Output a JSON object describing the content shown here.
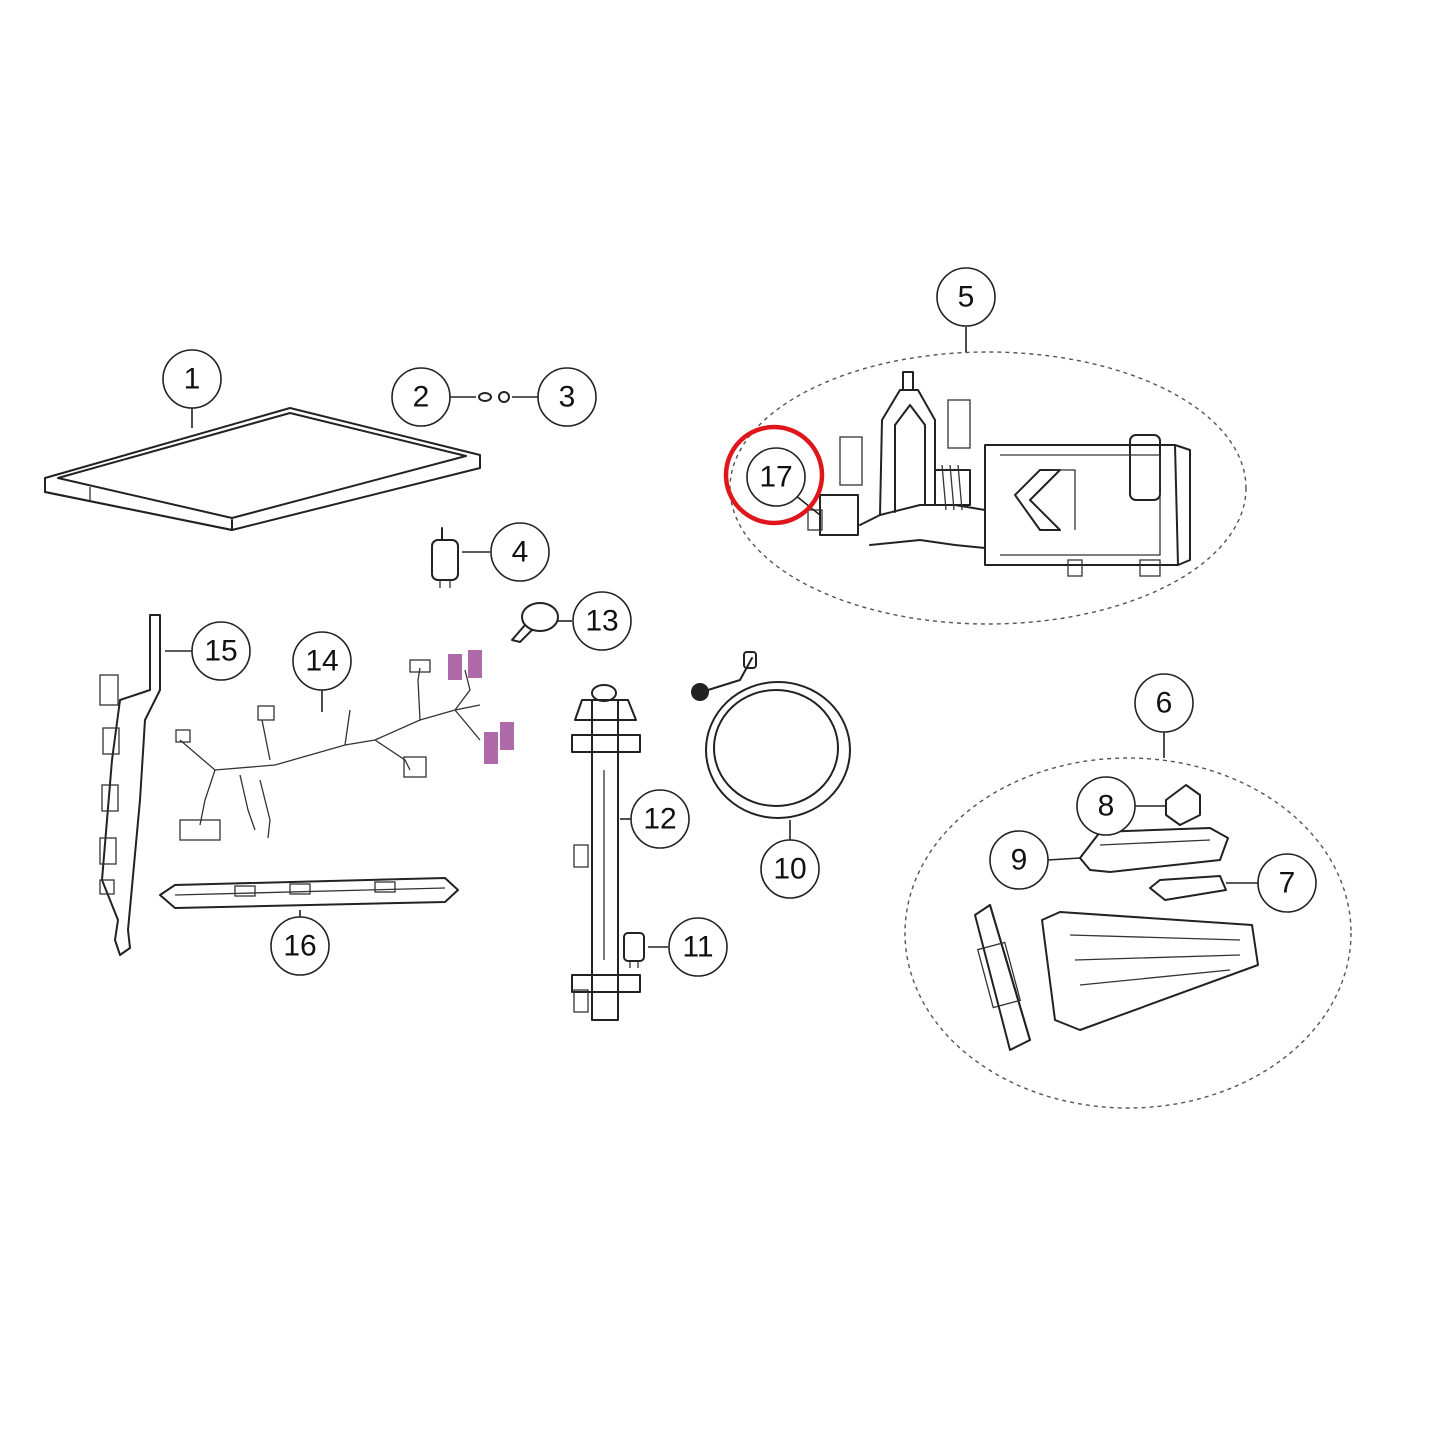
{
  "callouts": {
    "c1": "1",
    "c2": "2",
    "c3": "3",
    "c4": "4",
    "c5": "5",
    "c6": "6",
    "c7": "7",
    "c8": "8",
    "c9": "9",
    "c10": "10",
    "c11": "11",
    "c12": "12",
    "c13": "13",
    "c14": "14",
    "c15": "15",
    "c16": "16",
    "c17": "17"
  },
  "colors": {
    "highlight": "#e0161d",
    "connector_purple": "#a0509a",
    "line": "#222222"
  }
}
